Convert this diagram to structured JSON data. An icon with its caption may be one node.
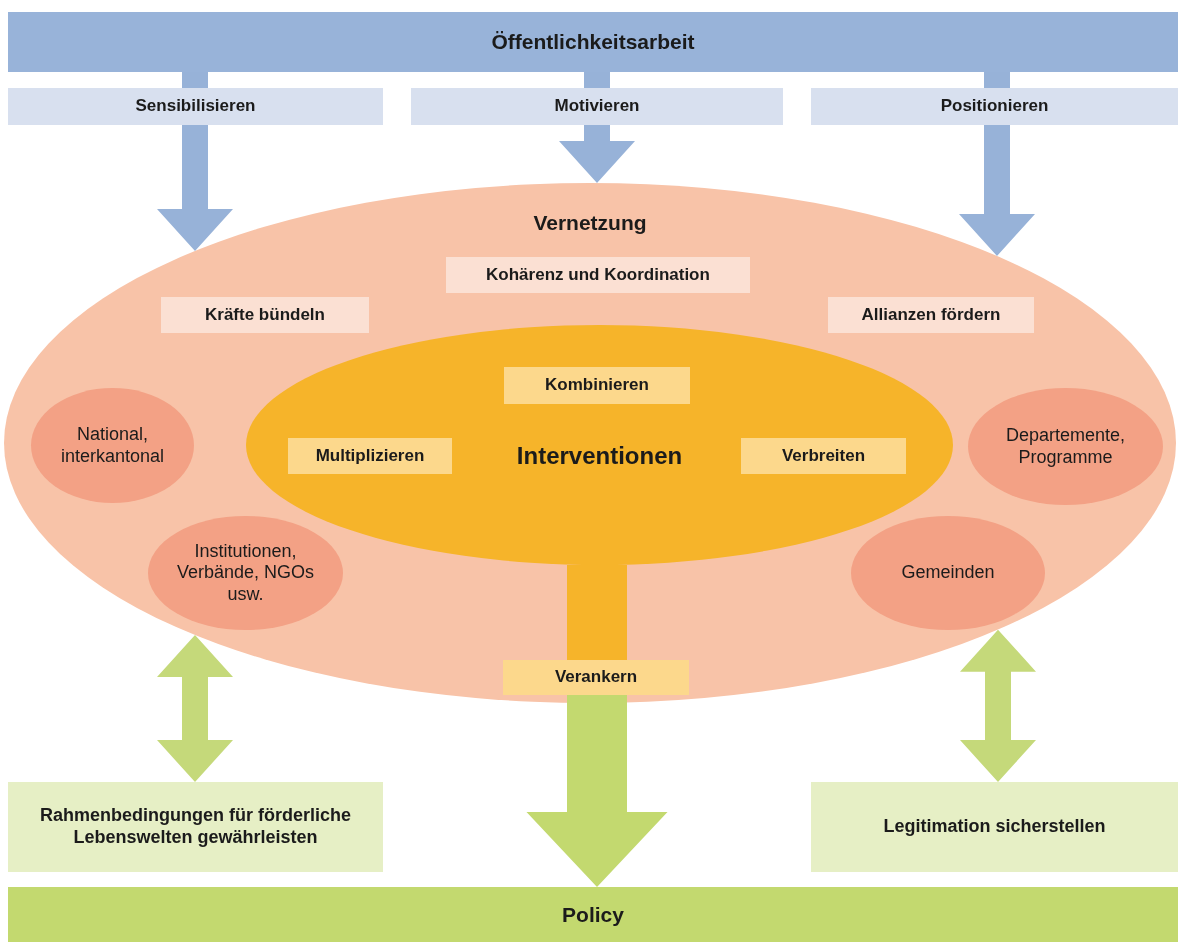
{
  "diagram": {
    "nodes": [
      {
        "text": [
          "Öffentlichkeitsarbeit"
        ]
      },
      {
        "text": [
          "Sensibilisieren"
        ]
      },
      {
        "text": [
          "Motivieren"
        ]
      },
      {
        "text": [
          "Positionieren"
        ]
      },
      {
        "text": [
          "Vernetzung"
        ]
      },
      {
        "text": [
          "Kohärenz und Koordination"
        ],
        "in": 4
      },
      {
        "text": [
          "Kräfte bündeln"
        ],
        "in": 4
      },
      {
        "text": [
          "Allianzen fördern"
        ],
        "in": 4
      },
      {
        "text": [
          "National, interkantonal"
        ],
        "in": 4
      },
      {
        "text": [
          "Departemente, Programme"
        ],
        "in": 4
      },
      {
        "text": [
          "Institutionen, Verbände, NGOs usw."
        ],
        "in": 4
      },
      {
        "text": [
          "Gemeinden"
        ],
        "in": 4
      },
      {
        "text": [
          "Interventionen"
        ],
        "in": 4
      },
      {
        "text": [
          "Kombinieren"
        ],
        "in": 12
      },
      {
        "text": [
          "Multiplizieren"
        ],
        "in": 12
      },
      {
        "text": [
          "Verbreiten"
        ],
        "in": 12
      },
      {
        "text": [
          "Verankern"
        ],
        "in": 4
      },
      {
        "text": [
          "Rahmenbedingungen für förderliche Lebenswelten gewährleisten"
        ]
      },
      {
        "text": [
          "Legitimation sicherstellen"
        ]
      },
      {
        "text": [
          "Policy"
        ]
      }
    ],
    "edges": [
      {
        "from": 0,
        "to": 1,
        "arrow": "none"
      },
      {
        "from": 1,
        "to": 4,
        "arrow": "to"
      },
      {
        "from": 0,
        "to": 2,
        "arrow": "none"
      },
      {
        "from": 2,
        "to": 4,
        "arrow": "to"
      },
      {
        "from": 0,
        "to": 3,
        "arrow": "none"
      },
      {
        "from": 3,
        "to": 4,
        "arrow": "to"
      },
      {
        "from": 4,
        "to": 17,
        "arrow": "both",
        "color": "#c5d97a"
      },
      {
        "from": 4,
        "to": 18,
        "arrow": "both",
        "color": "#c5d97a"
      },
      {
        "from": 12,
        "to": 16,
        "arrow": "none",
        "color": "#f6b42a"
      },
      {
        "from": 16,
        "to": 19,
        "arrow": "to",
        "color": "#c3d96f"
      }
    ]
  }
}
